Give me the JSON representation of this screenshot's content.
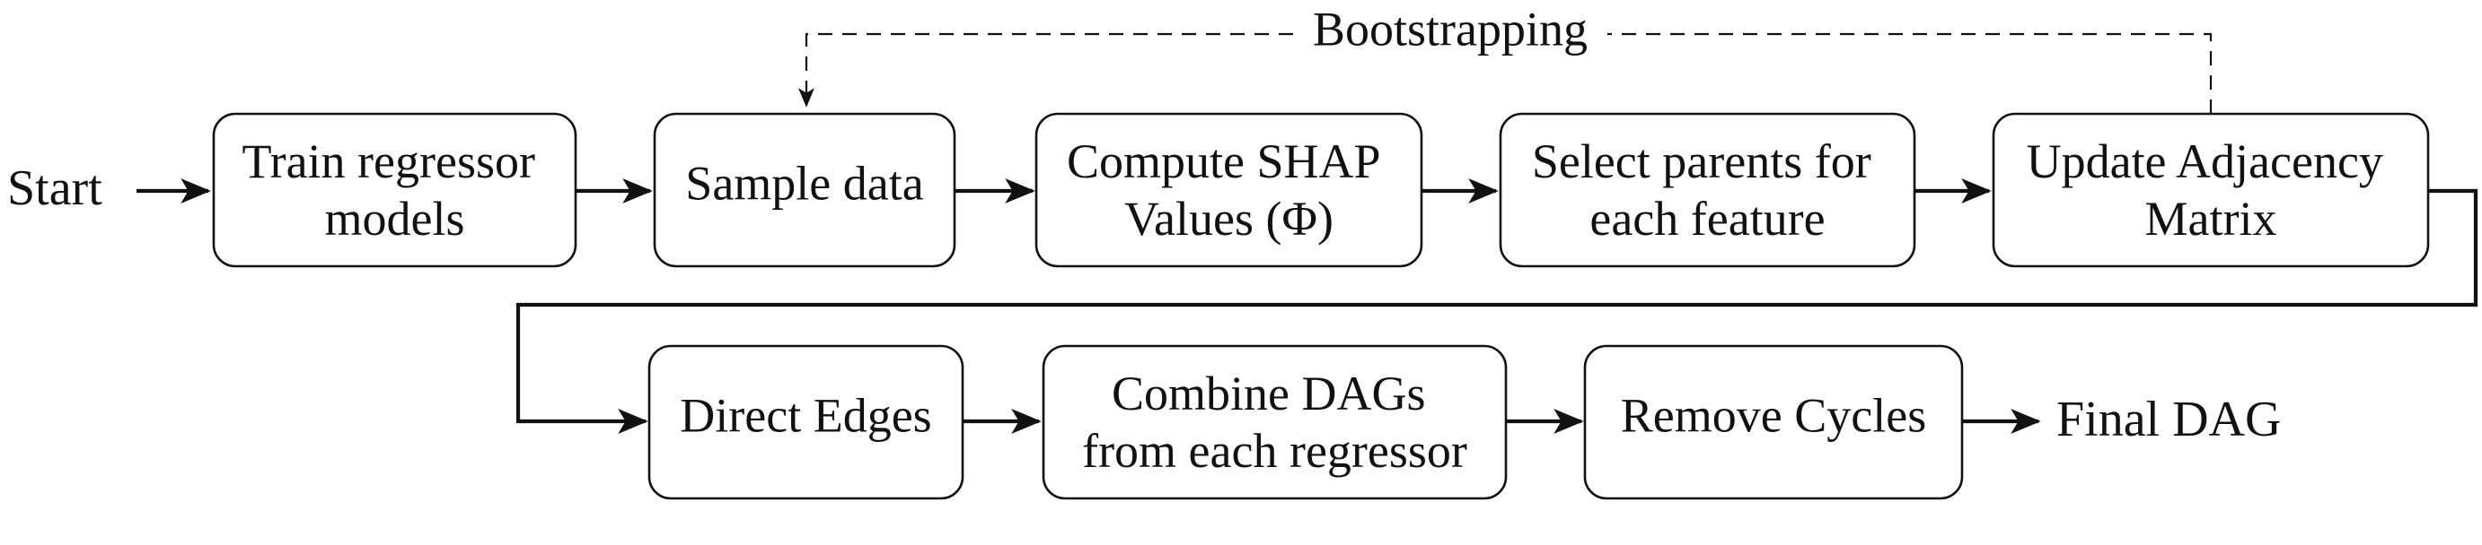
{
  "start_label": "Start",
  "end_label": "Final DAG",
  "loop_label": "Bootstrapping",
  "steps": [
    {
      "id": "train",
      "lines": [
        "Train regressor",
        "models"
      ]
    },
    {
      "id": "sample",
      "lines": [
        "Sample data"
      ]
    },
    {
      "id": "shap",
      "lines": [
        "Compute SHAP",
        "Values (Φ)"
      ]
    },
    {
      "id": "parents",
      "lines": [
        "Select parents for",
        "each feature"
      ]
    },
    {
      "id": "adjacency",
      "lines": [
        "Update Adjacency",
        "Matrix"
      ]
    },
    {
      "id": "direct",
      "lines": [
        "Direct Edges"
      ]
    },
    {
      "id": "combine",
      "lines": [
        "Combine DAGs",
        "from each regressor"
      ]
    },
    {
      "id": "cycles",
      "lines": [
        "Remove Cycles"
      ]
    }
  ]
}
